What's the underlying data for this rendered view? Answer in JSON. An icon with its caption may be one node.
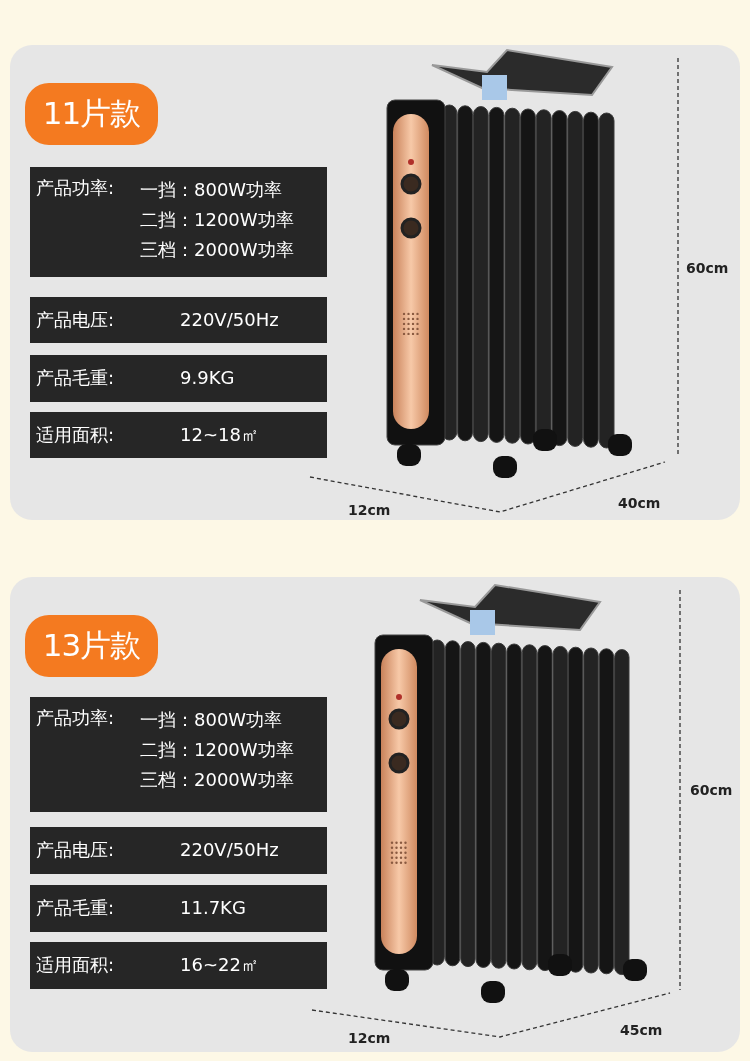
{
  "diagram": {
    "nodes": [
      {
        "text": [],
        "shape": "box"
      },
      {
        "text": [
          "11片款"
        ],
        "in": 0
      },
      {
        "text": [
          "产品功率:",
          "一挡：800W功率",
          "二挡：1200W功率",
          "三档：2000W功率"
        ],
        "in": 0
      },
      {
        "text": [
          "产品电压:",
          "220V/50Hz"
        ],
        "in": 0
      },
      {
        "text": [
          "产品毛重:",
          "9.9KG"
        ],
        "in": 0
      },
      {
        "text": [
          "适用面积:",
          "12~18㎡"
        ],
        "in": 0
      },
      {
        "text": [],
        "shape": "box"
      },
      {
        "text": [
          "13片款"
        ],
        "in": 6
      },
      {
        "text": [
          "产品功率:",
          "一挡：800W功率",
          "二挡：1200W功率",
          "三档：2000W功率"
        ],
        "in": 6
      },
      {
        "text": [
          "产品电压:",
          "220V/50Hz"
        ],
        "in": 6
      },
      {
        "text": [
          "产品毛重:",
          "11.7KG"
        ],
        "in": 6
      },
      {
        "text": [
          "适用面积:",
          "16~22㎡"
        ],
        "in": 6
      }
    ],
    "edges": [],
    "labels": [
      "60cm",
      "12cm",
      "40cm",
      "60cm",
      "12cm",
      "45cm"
    ]
  }
}
